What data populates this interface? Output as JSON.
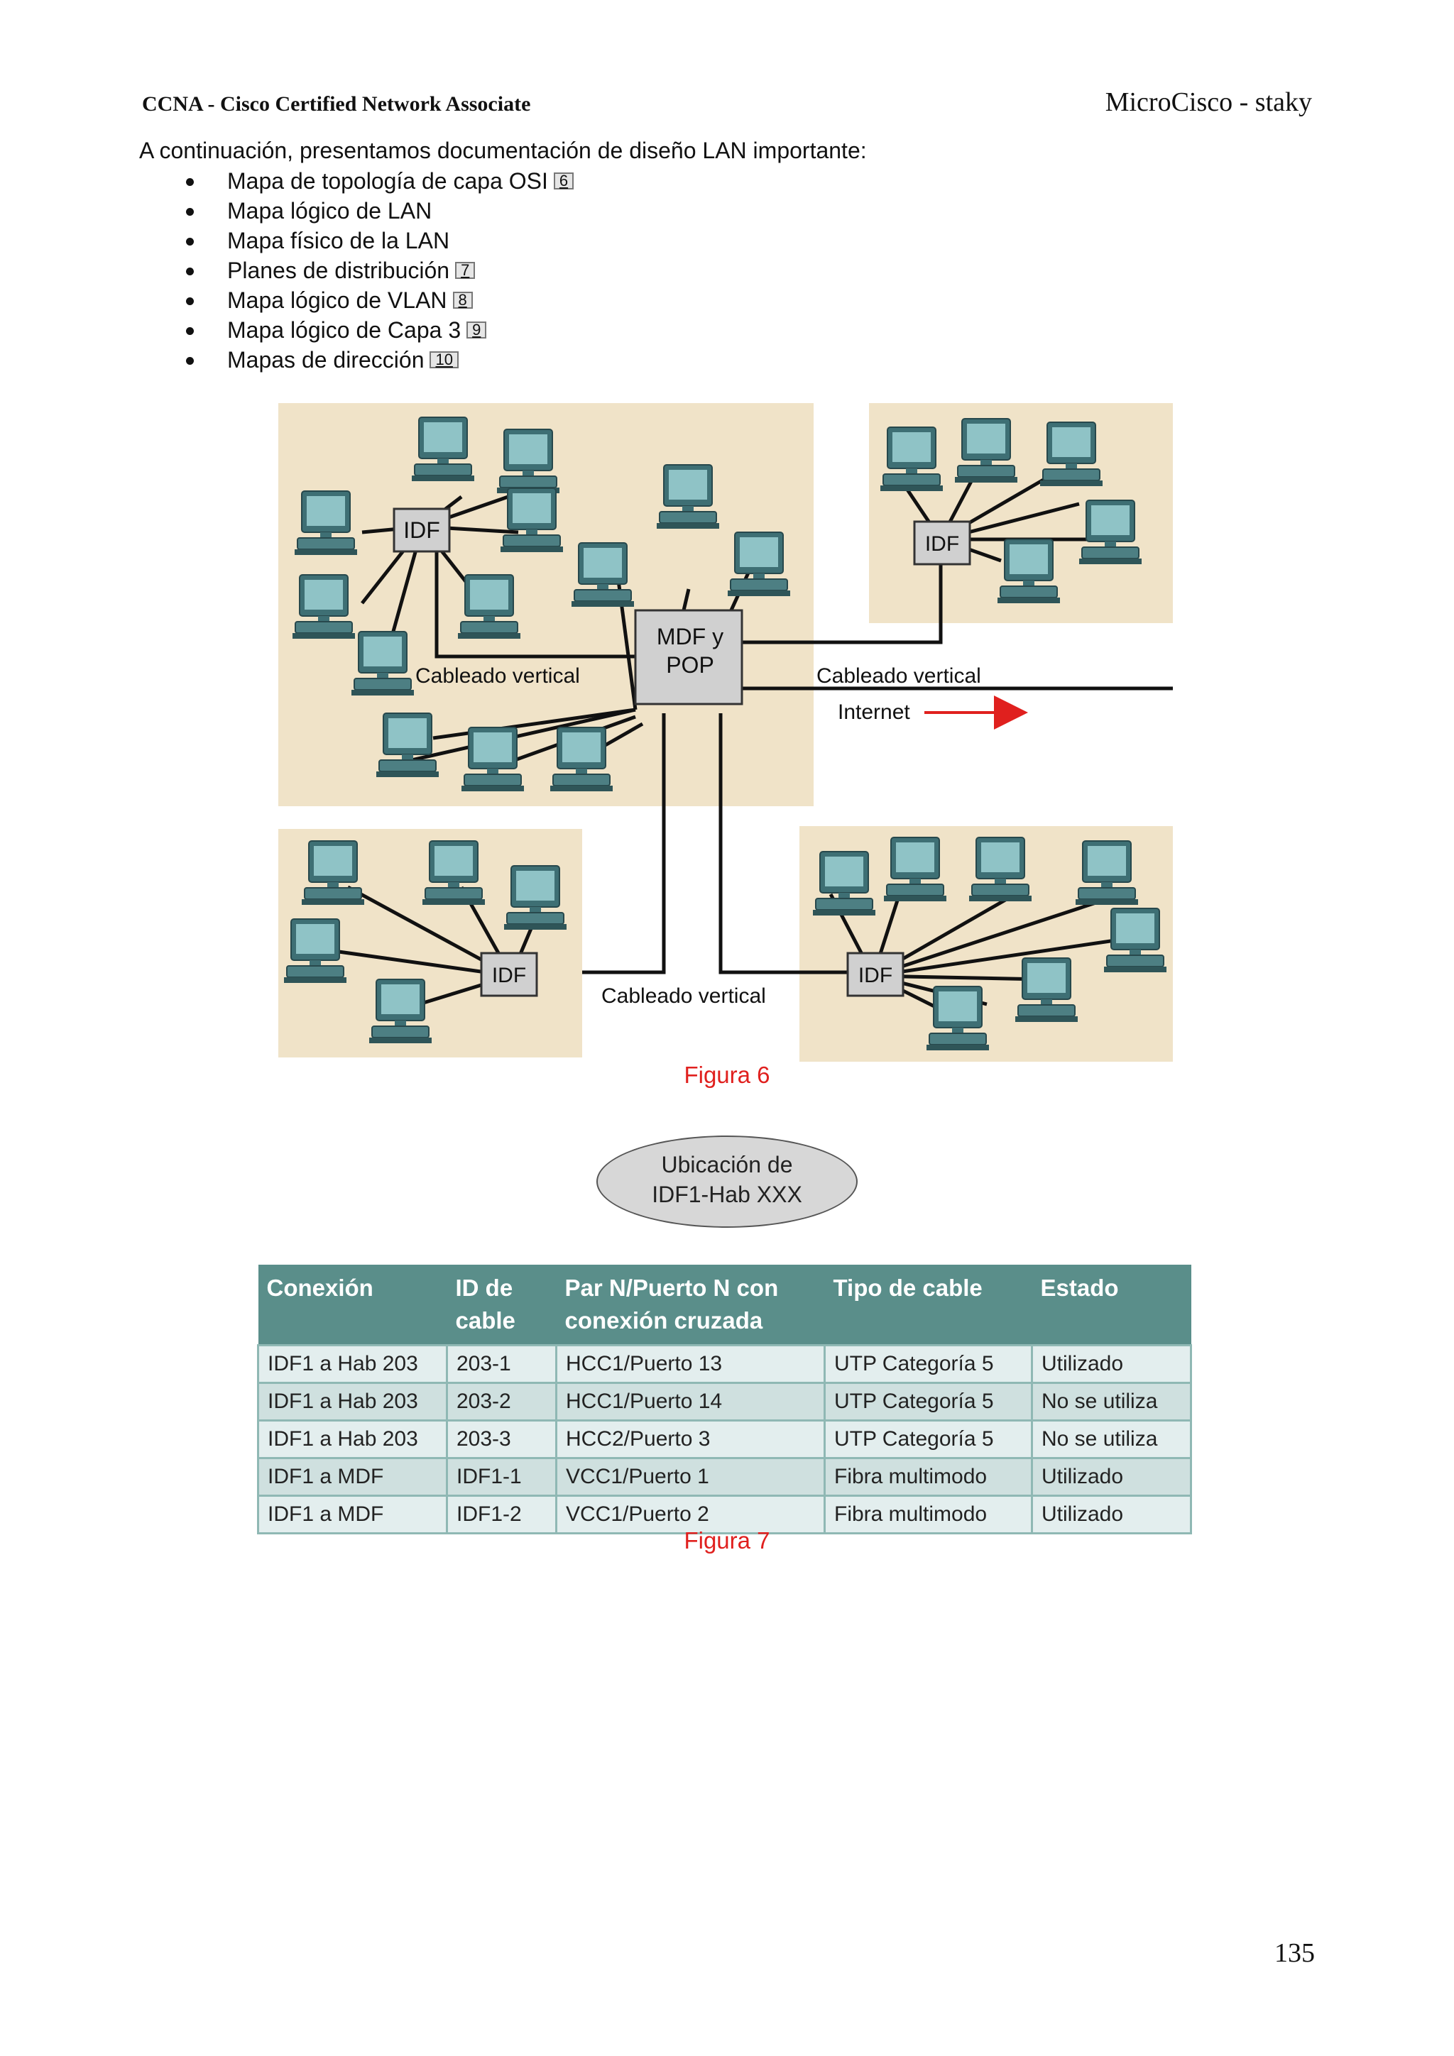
{
  "header": {
    "left": "CCNA - Cisco Certified Network Associate",
    "right": "MicroCisco - staky"
  },
  "intro": "A continuación, presentamos documentación de diseño LAN importante:",
  "bullets": [
    {
      "text": "Mapa de topología de capa OSI",
      "ref": "6"
    },
    {
      "text": "Mapa lógico de LAN",
      "ref": ""
    },
    {
      "text": "Mapa físico de la LAN",
      "ref": ""
    },
    {
      "text": "Planes de distribución",
      "ref": "7"
    },
    {
      "text": "Mapa lógico de VLAN",
      "ref": "8"
    },
    {
      "text": "Mapa lógico de Capa 3",
      "ref": "9"
    },
    {
      "text": "Mapas de dirección",
      "ref": "10"
    }
  ],
  "figure6": {
    "idf_label": "IDF",
    "mdf_label_line1": "MDF y",
    "mdf_label_line2": "POP",
    "vertical_cabling": "Cableado vertical",
    "internet": "Internet",
    "caption": "Figura 6"
  },
  "figure7": {
    "oval_line1": "Ubicación de",
    "oval_line2": "IDF1-Hab XXX",
    "headers": [
      [
        "Conexión",
        ""
      ],
      [
        "ID de",
        "cable"
      ],
      [
        "Par N/Puerto N con",
        "conexión cruzada"
      ],
      [
        "Tipo de cable",
        ""
      ],
      [
        "Estado",
        ""
      ]
    ],
    "rows": [
      [
        "IDF1 a Hab 203",
        "203-1",
        "HCC1/Puerto 13",
        "UTP Categoría 5",
        "Utilizado"
      ],
      [
        "IDF1 a Hab 203",
        "203-2",
        "HCC1/Puerto 14",
        "UTP Categoría 5",
        "No se utiliza"
      ],
      [
        "IDF1 a Hab 203",
        "203-3",
        "HCC2/Puerto 3",
        "UTP Categoría 5",
        "No se utiliza"
      ],
      [
        "IDF1 a MDF",
        "IDF1-1",
        "VCC1/Puerto 1",
        "Fibra multimodo",
        "Utilizado"
      ],
      [
        "IDF1 a MDF",
        "IDF1-2",
        "VCC1/Puerto 2",
        "Fibra multimodo",
        "Utilizado"
      ]
    ],
    "caption": "Figura 7"
  },
  "colors": {
    "room_fill": "#f0e3c8",
    "header_fill": "#5a8e8a",
    "caption_red": "#e0201e"
  },
  "page_number": "135"
}
